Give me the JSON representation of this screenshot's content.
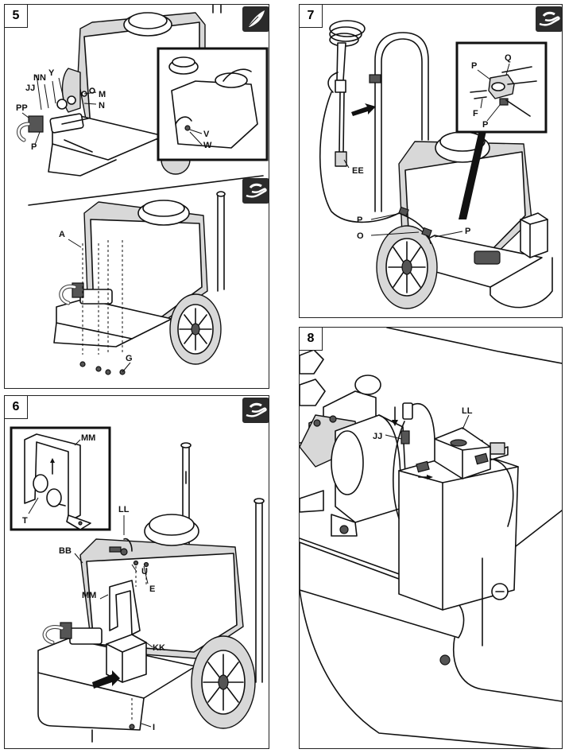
{
  "panels": [
    {
      "number": "5",
      "labels": [
        "PP",
        "JJ",
        "NN",
        "Y",
        "M",
        "N",
        "P",
        "V",
        "W",
        "A",
        "G"
      ],
      "icons": [
        "feather-icon",
        "wrench-hand-icon"
      ]
    },
    {
      "number": "6",
      "labels": [
        "MM",
        "T",
        "LL",
        "BB",
        "U",
        "E",
        "MM",
        "KK",
        "I"
      ],
      "icons": [
        "wrench-hand-icon"
      ]
    },
    {
      "number": "7",
      "labels": [
        "P",
        "Q",
        "F",
        "P",
        "EE",
        "P",
        "O",
        "P"
      ],
      "icons": [
        "wrench-hand-icon"
      ]
    },
    {
      "number": "8",
      "labels": [
        "JJ",
        "LL"
      ],
      "icons": []
    }
  ]
}
